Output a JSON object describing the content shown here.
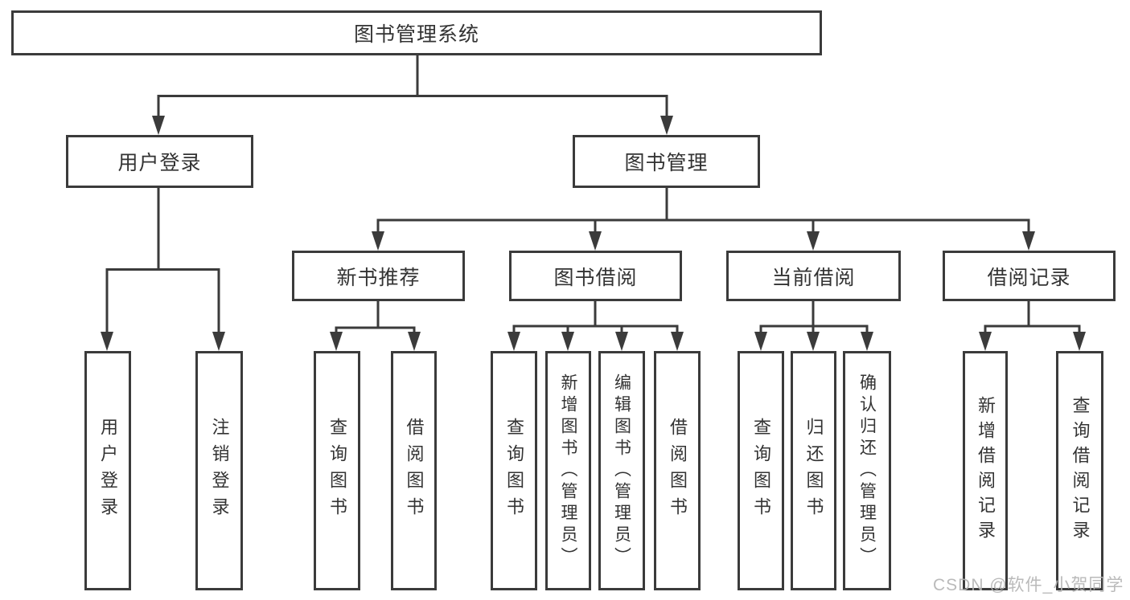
{
  "tree": {
    "root": "图书管理系统",
    "level2": [
      "用户登录",
      "图书管理"
    ],
    "level3": [
      "新书推荐",
      "图书借阅",
      "当前借阅",
      "借阅记录"
    ],
    "user_login_children": [
      "用户登录",
      "注销登录"
    ],
    "new_books_children": [
      "查询图书",
      "借阅图书"
    ],
    "book_borrow_children": [
      "查询图书",
      "新增图书（管理员）",
      "编辑图书（管理员）",
      "借阅图书"
    ],
    "current_borrow_children": [
      "查询图书",
      "归还图书",
      "确认归还（管理员）"
    ],
    "borrow_records_children": [
      "新增借阅记录",
      "查询借阅记录"
    ]
  },
  "watermark": "CSDN @软件_小贺同学",
  "colors": {
    "line": "#3b3b3b",
    "text": "#333333",
    "watermark": "#b5b5b5",
    "bg": "#ffffff"
  }
}
